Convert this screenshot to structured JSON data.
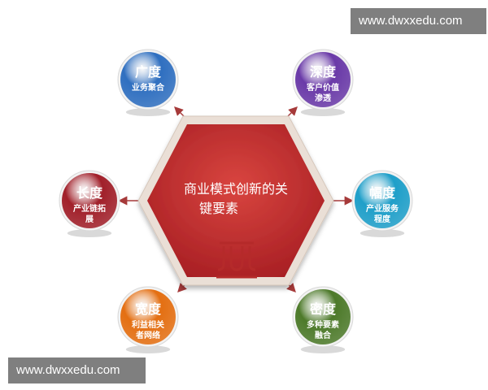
{
  "watermarks": {
    "top": "www.dwxxedu.com",
    "bottom": "www.dwxxedu.com"
  },
  "center": {
    "line1": "商业模式创新的关",
    "line2": "键要素"
  },
  "nodes": [
    {
      "id": "guangdu",
      "title": "广度",
      "lines": [
        "业务聚合"
      ],
      "color": "#2f6fc0"
    },
    {
      "id": "shendu",
      "title": "深度",
      "lines": [
        "客户价值",
        "渗透"
      ],
      "color": "#6a3aa8"
    },
    {
      "id": "fudu",
      "title": "幅度",
      "lines": [
        "产业服务",
        "程度"
      ],
      "color": "#1f9fc9"
    },
    {
      "id": "midu",
      "title": "密度",
      "lines": [
        "多种要素",
        "融合"
      ],
      "color": "#4d7a2a"
    },
    {
      "id": "kuandu",
      "title": "宽度",
      "lines": [
        "利益相关",
        "者网络"
      ],
      "color": "#e46f12"
    },
    {
      "id": "changdu",
      "title": "长度",
      "lines": [
        "产业链拓",
        "展"
      ],
      "color": "#a1202a"
    }
  ],
  "colors": {
    "hex_fill": "#c0282e",
    "hex_border": "#e8dcd2",
    "arrow": "#a63a3a",
    "logo": "#b52a2a"
  }
}
